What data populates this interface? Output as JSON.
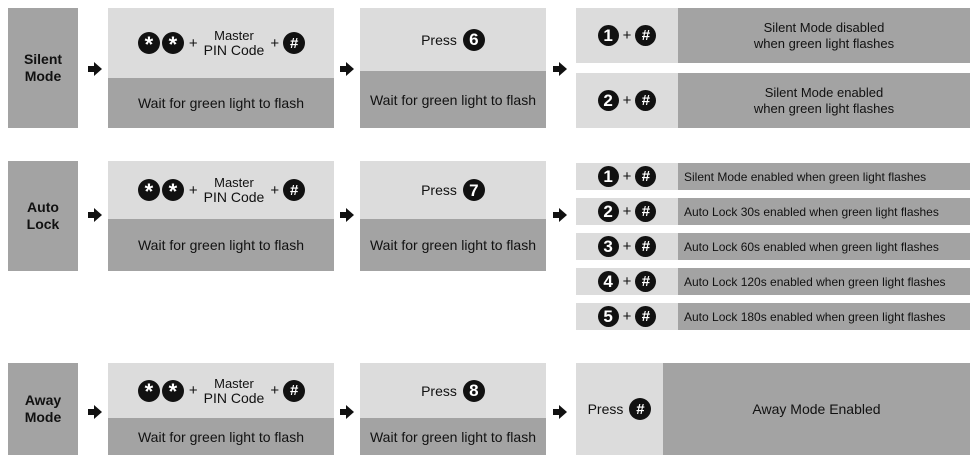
{
  "rows": [
    {
      "label": [
        "Silent",
        "Mode"
      ],
      "step1": {
        "master_top": "Master",
        "master_bottom": "PIN Code",
        "wait": "Wait for green light to flash"
      },
      "step2": {
        "press": "Press",
        "digit": "6",
        "wait": "Wait for green light to flash"
      },
      "options": [
        {
          "digit": "1",
          "desc": [
            "Silent Mode disabled",
            "when green light flashes"
          ]
        },
        {
          "digit": "2",
          "desc": [
            "Silent Mode enabled",
            "when green light flashes"
          ]
        }
      ]
    },
    {
      "label": [
        "Auto",
        "Lock"
      ],
      "step1": {
        "master_top": "Master",
        "master_bottom": "PIN Code",
        "wait": "Wait for green light to flash"
      },
      "step2": {
        "press": "Press",
        "digit": "7",
        "wait": "Wait for green light to flash"
      },
      "options": [
        {
          "digit": "1",
          "desc": "Silent Mode enabled when green light flashes"
        },
        {
          "digit": "2",
          "desc": "Auto Lock 30s enabled when green light flashes"
        },
        {
          "digit": "3",
          "desc": "Auto Lock 60s enabled when green light flashes"
        },
        {
          "digit": "4",
          "desc": "Auto Lock 120s enabled when green light flashes"
        },
        {
          "digit": "5",
          "desc": "Auto Lock 180s enabled when green light flashes"
        }
      ]
    },
    {
      "label": [
        "Away",
        "Mode"
      ],
      "step1": {
        "master_top": "Master",
        "master_bottom": "PIN Code",
        "wait": "Wait for green light to flash"
      },
      "step2": {
        "press": "Press",
        "digit": "8",
        "wait": "Wait for green light to flash"
      },
      "final": {
        "press": "Press",
        "desc": "Away Mode Enabled"
      }
    }
  ],
  "symbols": {
    "star": "*",
    "hash": "#",
    "plus": "+"
  },
  "colors": {
    "light_gray": "#dcdcdc",
    "mid_gray": "#a3a3a3",
    "symbol_black": "#111111"
  }
}
